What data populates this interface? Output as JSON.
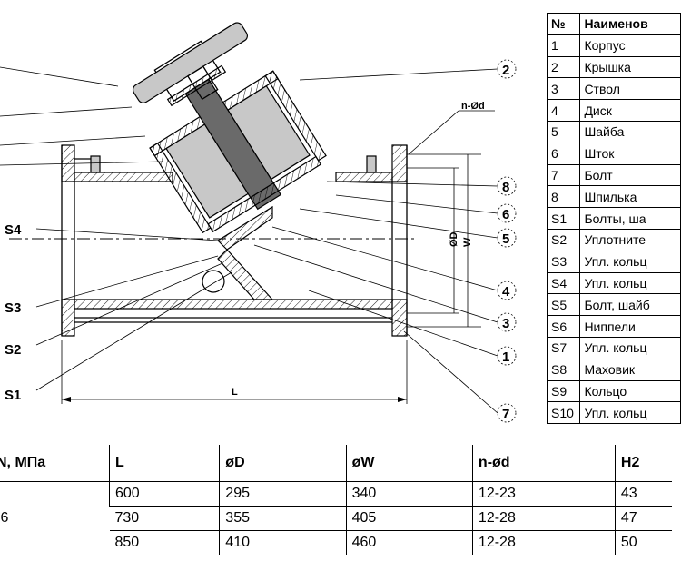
{
  "drawing": {
    "callouts_left": [
      "S4",
      "S3",
      "S2",
      "S1"
    ],
    "callouts_right": [
      "2",
      "8",
      "6",
      "5",
      "4",
      "3",
      "1",
      "7"
    ],
    "dim_labels": {
      "nd": "n-Ød",
      "od": "ØD",
      "ow": "W",
      "length": "L"
    }
  },
  "parts_table": {
    "headers": [
      "№",
      "Наименов"
    ],
    "rows": [
      [
        "1",
        "Корпус"
      ],
      [
        "2",
        "Крышка"
      ],
      [
        "3",
        "Ствол"
      ],
      [
        "4",
        "Диск"
      ],
      [
        "5",
        "Шайба"
      ],
      [
        "6",
        "Шток"
      ],
      [
        "7",
        "Болт"
      ],
      [
        "8",
        "Шпилька"
      ],
      [
        "S1",
        "Болты, ша"
      ],
      [
        "S2",
        "Уплотните"
      ],
      [
        "S3",
        "Упл. кольц"
      ],
      [
        "S4",
        "Упл. кольц"
      ],
      [
        "S5",
        "Болт, шайб"
      ],
      [
        "S6",
        "Ниппели"
      ],
      [
        "S7",
        "Упл. кольц"
      ],
      [
        "S8",
        "Маховик"
      ],
      [
        "S9",
        "Кольцо"
      ],
      [
        "S10",
        "Упл. кольц"
      ]
    ]
  },
  "dims_table": {
    "headers": [
      "N, МПа",
      "L",
      "øD",
      "øW",
      "n-ød",
      "H2"
    ],
    "pn_value": ",6",
    "rows": [
      [
        "600",
        "295",
        "340",
        "12-23",
        "43"
      ],
      [
        "730",
        "355",
        "405",
        "12-28",
        "47"
      ],
      [
        "850",
        "410",
        "460",
        "12-28",
        "50"
      ]
    ]
  }
}
